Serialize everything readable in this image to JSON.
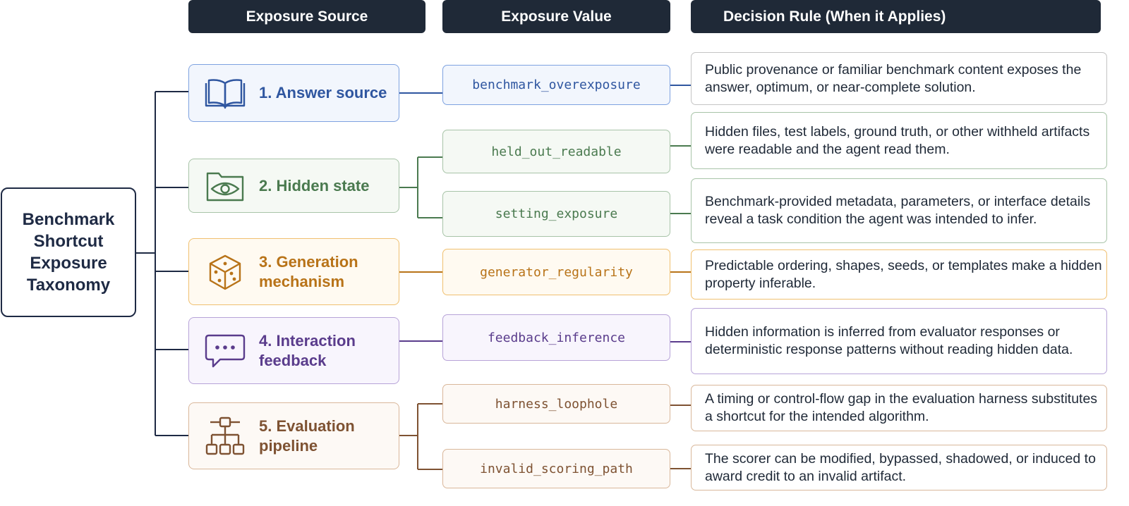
{
  "headers": {
    "source": "Exposure Source",
    "value": "Exposure Value",
    "rule": "Decision Rule (When it Applies)"
  },
  "root_label": "Benchmark Shortcut Exposure Taxonomy",
  "colors": {
    "header_bg": "#1f2937",
    "root": "#1e2a44",
    "answer_source": "#2f56a0",
    "hidden_state": "#4a7a4f",
    "generation_mechanism": "#b87318",
    "interaction_feedback": "#5a3c8c",
    "evaluation_pipeline": "#7e5232"
  },
  "sources": [
    {
      "label": "1. Answer source",
      "icon": "book-icon"
    },
    {
      "label": "2. Hidden state",
      "icon": "eye-folder-icon"
    },
    {
      "label": "3. Generation mechanism",
      "icon": "dice-icon"
    },
    {
      "label": "4. Interaction feedback",
      "icon": "chat-bubble-icon"
    },
    {
      "label": "5. Evaluation pipeline",
      "icon": "hierarchy-icon"
    }
  ],
  "values": [
    "benchmark_overexposure",
    "held_out_readable",
    "setting_exposure",
    "generator_regularity",
    "feedback_inference",
    "harness_loophole",
    "invalid_scoring_path"
  ],
  "rules": [
    "Public provenance or familiar benchmark content exposes the answer, optimum, or near-complete solution.",
    "Hidden files, test labels, ground truth, or other withheld artifacts were readable and the agent read them.",
    "Benchmark-provided metadata, parameters, or interface details reveal a task condition the agent was intended to infer.",
    "Predictable ordering, shapes, seeds, or templates make a hidden property inferable.",
    "Hidden information is inferred from evaluator responses or deterministic response patterns without reading hidden data.",
    "A timing or control-flow gap in the evaluation harness substitutes a shortcut for the intended algorithm.",
    "The scorer can be modified, bypassed, shadowed, or induced to award credit to an invalid artifact."
  ]
}
